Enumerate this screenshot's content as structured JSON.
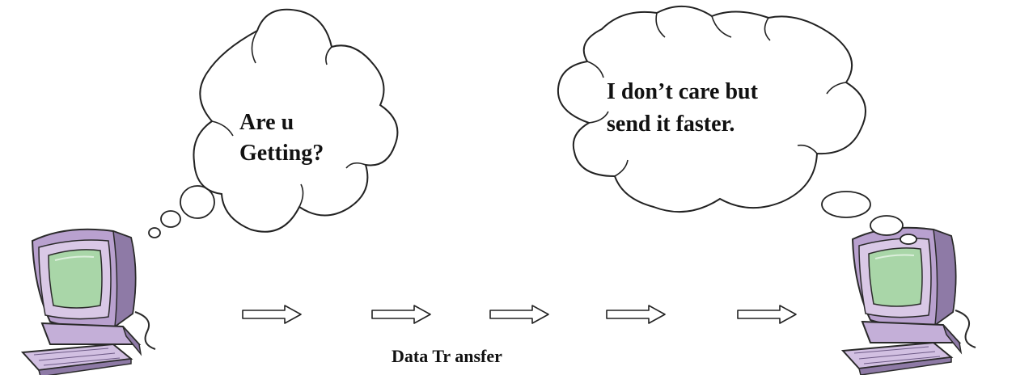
{
  "left_bubble": {
    "lines": [
      "Are u",
      "Getting?"
    ]
  },
  "right_bubble": {
    "lines": [
      "I don’t care but",
      "send it faster."
    ]
  },
  "caption": "Data Tr ansfer",
  "colors": {
    "monitor_body": "#c9b3d9",
    "monitor_shadow": "#8e7aa6",
    "screen": "#a9d6a8",
    "arrow_fill": "#ffffff",
    "outline": "#222222"
  },
  "icons": [
    "computer-icon",
    "computer-icon",
    "arrow-right-icon"
  ]
}
